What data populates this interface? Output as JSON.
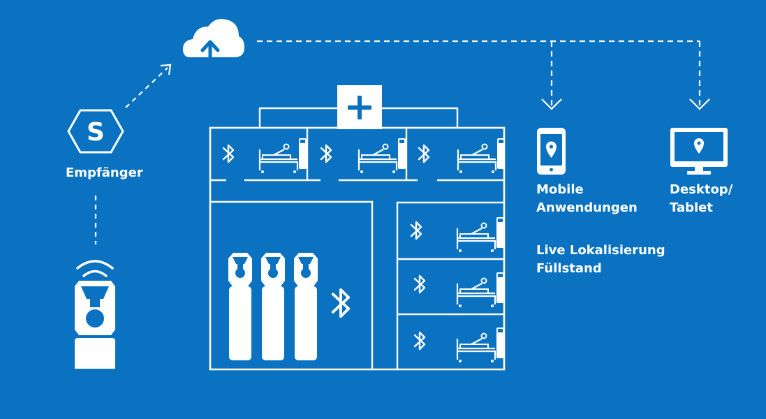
{
  "colors": {
    "background": "#0a72c1",
    "foreground": "#ffffff"
  },
  "labels": {
    "receiver": "Empfänger",
    "mobile_line1": "Mobile",
    "mobile_line2": "Anwendungen",
    "desktop_line1": "Desktop/",
    "desktop_line2": "Tablet",
    "feature_line1": "Live Lokalisierung",
    "feature_line2": "Füllstand"
  },
  "icons": {
    "receiver": "hexagon-s-logo-icon",
    "cloud": "cloud-upload-icon",
    "hospital": "hospital-cross-icon",
    "room_signal": "bluetooth-icon",
    "patient": "hospital-bed-icon",
    "tracker": "gas-cylinder-tracker-icon",
    "mobile": "smartphone-location-icon",
    "desktop": "monitor-location-icon"
  }
}
